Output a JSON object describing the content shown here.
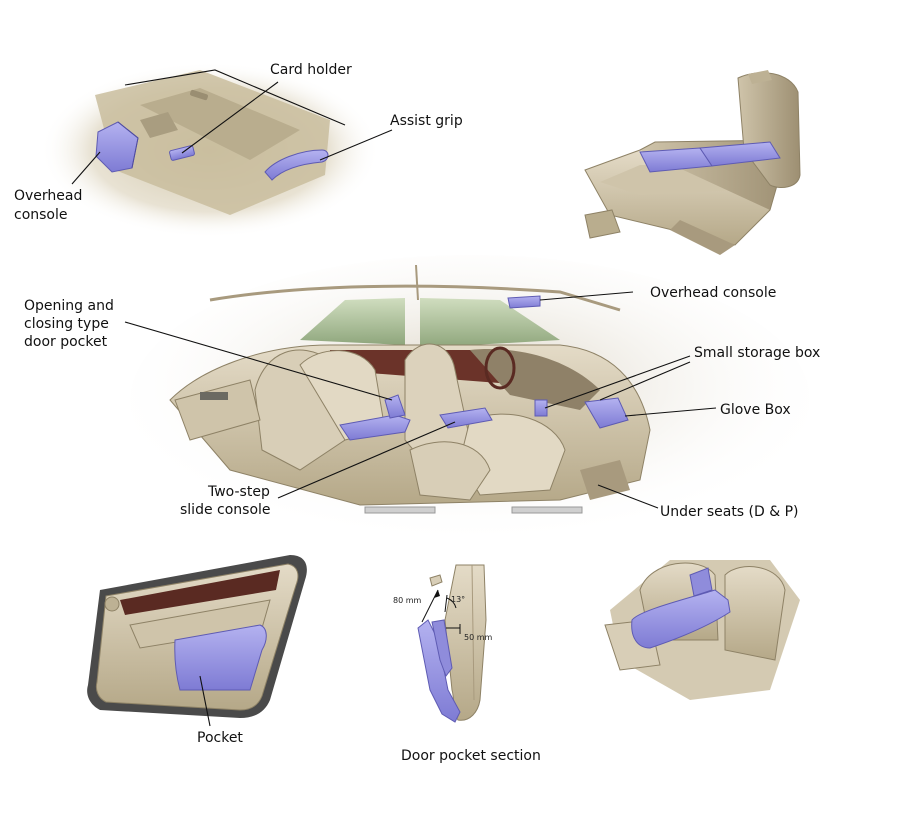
{
  "labels": {
    "card_holder": "Card holder",
    "assist_grip": "Assist grip",
    "overhead_console_top_line1": "Overhead",
    "overhead_console_top_line2": "console",
    "opening_line1": "Opening and",
    "opening_line2": "closing type",
    "opening_line3": "door pocket",
    "overhead_console": "Overhead console",
    "small_storage_box": "Small storage box",
    "glove_box": "Glove Box",
    "two_step_line1": "Two-step",
    "two_step_line2": "slide console",
    "under_seats": "Under seats (D & P)",
    "pocket": "Pocket",
    "door_pocket_section": "Door pocket section"
  },
  "dimensions": {
    "d80": "80 mm",
    "d13": "13°",
    "d50": "50 mm"
  },
  "colors": {
    "highlight": "#9c9ae6",
    "highlight_dark": "#6f6cc9",
    "interior": "#d6ccb6",
    "interior_dark": "#a89a7e",
    "wood": "#5a2a22"
  }
}
